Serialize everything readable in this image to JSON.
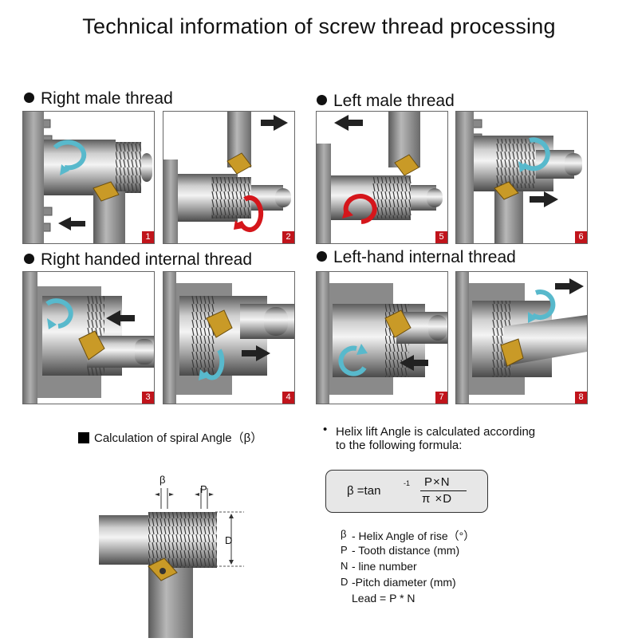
{
  "title": "Technical information of screw thread processing",
  "sections": {
    "right_male": "Right male thread",
    "left_male": "Left male thread",
    "right_internal": "Right handed internal thread",
    "left_internal": "Left-hand internal thread"
  },
  "panels": [
    "1",
    "2",
    "3",
    "4",
    "5",
    "6",
    "7",
    "8"
  ],
  "calculation": {
    "title": "Calculation of spiral Angle",
    "symbol": "（β）",
    "diagram": {
      "beta": "β",
      "p": "P",
      "d": "D"
    }
  },
  "helix": {
    "bullet": "•",
    "line1": "Helix lift Angle is calculated according",
    "line2": "to the following formula:"
  },
  "formula": {
    "lhs": "β =tan",
    "exponent": "-1",
    "numerator": "P×N",
    "denominator": "π ×D"
  },
  "legend": [
    {
      "symbol": "β",
      "desc": "- Helix Angle of rise（°）"
    },
    {
      "symbol": "P",
      "desc": "- Tooth distance (mm)"
    },
    {
      "symbol": "N",
      "desc": "- line number"
    },
    {
      "symbol": "D",
      "desc": "-Pitch diameter (mm)"
    }
  ],
  "lead": "Lead = P * N",
  "colors": {
    "insert": "#c99a27",
    "red_arrow": "#d5161b",
    "blue_arrow": "#58b9cc",
    "badge": "#c0141b"
  }
}
